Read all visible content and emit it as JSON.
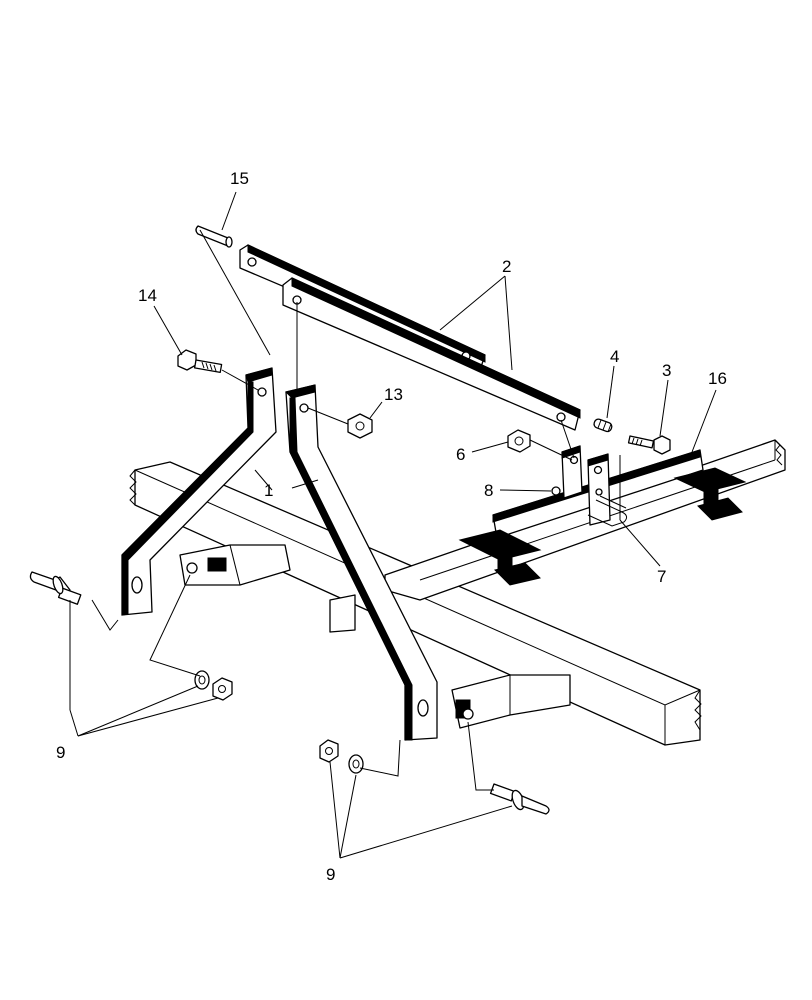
{
  "diagram": {
    "callouts": {
      "c1": "1",
      "c2": "2",
      "c3": "3",
      "c4": "4",
      "c6": "6",
      "c7": "7",
      "c8": "8",
      "c9a": "9",
      "c9b": "9",
      "c13": "13",
      "c14": "14",
      "c15": "15",
      "c16": "16"
    }
  }
}
